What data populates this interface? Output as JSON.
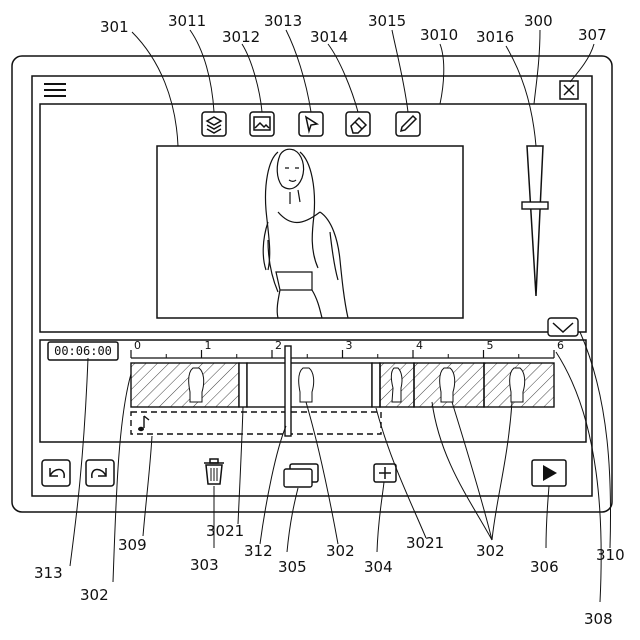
{
  "reference_labels": {
    "device": "300",
    "preview_image": "301",
    "toolbar": "3010",
    "tool_layers": "3011",
    "tool_image": "3012",
    "tool_select": "3013",
    "tool_eraser": "3014",
    "tool_pen": "3015",
    "slider": "3016",
    "close_button": "307",
    "time_display": "313",
    "clip_first": "302",
    "clip_middle": "302",
    "clips_group": "302",
    "audio_track": "309",
    "delete_button": "303",
    "playhead": "312",
    "handle_left": "3021",
    "handle_right": "3021",
    "copy_button": "305",
    "add_button": "304",
    "play_button": "306",
    "collapse_button": "310",
    "timeline_end": "308"
  },
  "timeline": {
    "time_display": "00:06:00",
    "ticks": [
      "0",
      "1",
      "2",
      "3",
      "4",
      "5",
      "6"
    ]
  },
  "audio": {
    "icon": "music-note-icon"
  },
  "icons": {
    "menu": "hamburger-menu-icon",
    "close": "close-icon",
    "undo": "undo-icon",
    "redo": "redo-icon",
    "delete": "trash-icon",
    "copy": "copy-icon",
    "add": "plus-icon",
    "play": "play-icon",
    "collapse": "chevron-down-icon"
  }
}
